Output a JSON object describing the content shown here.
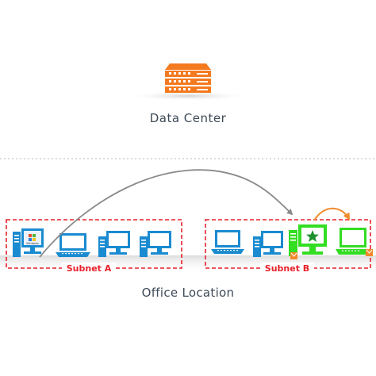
{
  "data_center": {
    "label": "Data Center"
  },
  "office": {
    "label": "Office Location"
  },
  "subnets": [
    {
      "label": "Subnet A",
      "color": "#e8202a"
    },
    {
      "label": "Subnet B",
      "color": "#e8202a"
    }
  ],
  "colors": {
    "server": "#f47a20",
    "device": "#1a8bd0",
    "highlight": "#33dd22",
    "arrow_gray": "#8a8a8a",
    "arrow_orange": "#f28a2a",
    "label_text": "#3d4a57"
  },
  "devices": {
    "subnet_a": [
      "desktop-windows",
      "laptop",
      "desktop",
      "desktop"
    ],
    "subnet_b": [
      "laptop",
      "desktop",
      "desktop-star",
      "laptop"
    ]
  },
  "windows_text": "Windows"
}
